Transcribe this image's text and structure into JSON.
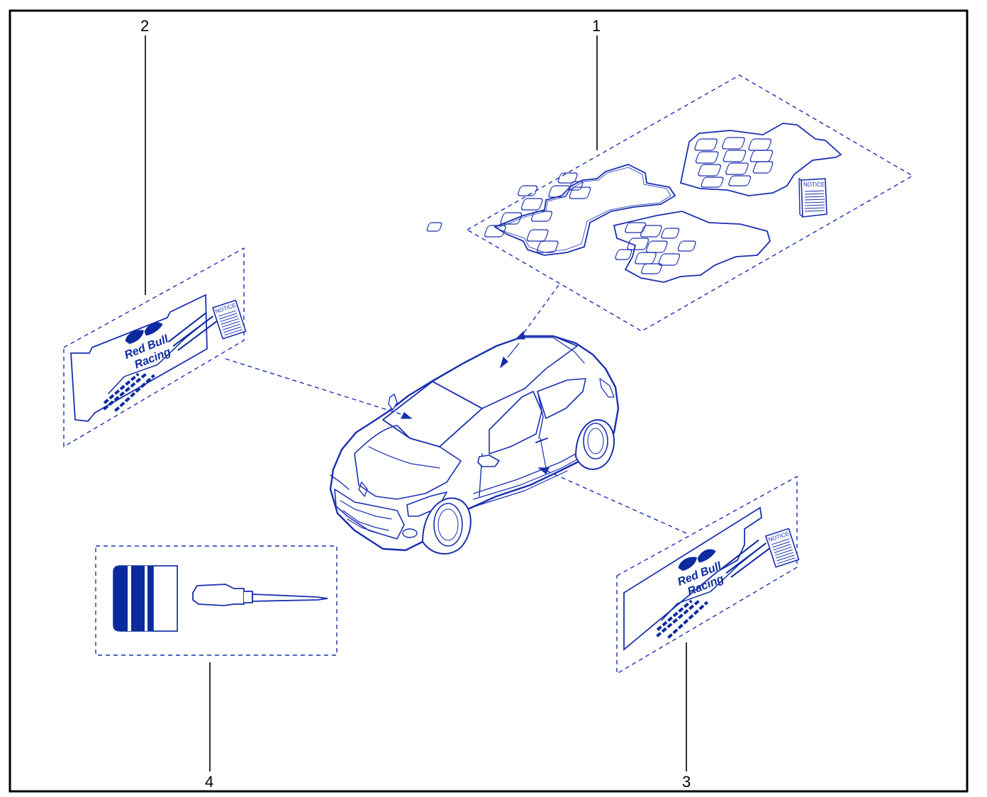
{
  "colors": {
    "line": "#1a2fb0",
    "fill": "#e8ebf8",
    "fill_dark": "#0a2a9e",
    "frame": "#000000",
    "background": "#ffffff"
  },
  "callouts": {
    "c1": "1",
    "c2": "2",
    "c3": "3",
    "c4": "4"
  },
  "notice": {
    "label": "NOTICE"
  },
  "logo": {
    "line1": "Red Bull",
    "line2": "Racing"
  },
  "icons": [
    "floor-mat-set",
    "notice-booklet",
    "door-sill-plate",
    "car-coupe",
    "paint-touch-up-bottle",
    "paint-brush"
  ]
}
